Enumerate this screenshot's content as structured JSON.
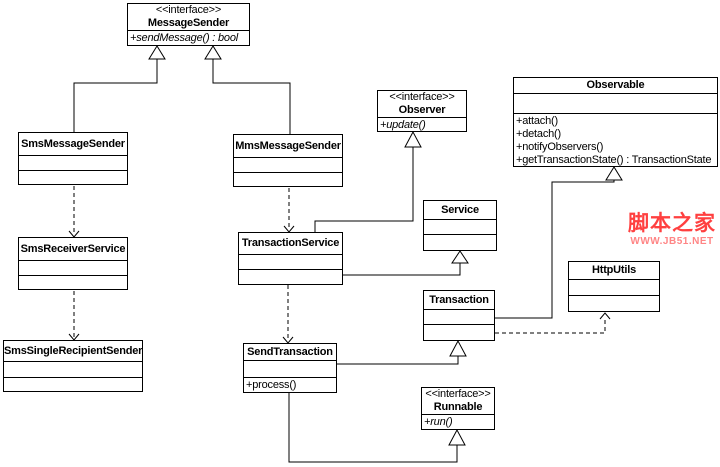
{
  "diagram": {
    "classes": {
      "message_sender": {
        "stereotype": "<<interface>>",
        "name": "MessageSender",
        "operations": [
          "+sendMessage() : bool"
        ]
      },
      "sms_message_sender": {
        "name": "SmsMessageSender"
      },
      "mms_message_sender": {
        "name": "MmsMessageSender"
      },
      "sms_receiver_service": {
        "name": "SmsReceiverService"
      },
      "sms_single_recipient_sender": {
        "name": "SmsSingleRecipientSender"
      },
      "observer": {
        "stereotype": "<<interface>>",
        "name": "Observer",
        "operations": [
          "+update()"
        ]
      },
      "transaction_service": {
        "name": "TransactionService"
      },
      "send_transaction": {
        "name": "SendTransaction",
        "operations": [
          "+process()"
        ]
      },
      "service": {
        "name": "Service"
      },
      "transaction": {
        "name": "Transaction"
      },
      "observable": {
        "name": "Observable",
        "operations": [
          "+attach()",
          "+detach()",
          "+notifyObservers()",
          "+getTransactionState() : TransactionState"
        ]
      },
      "http_utils": {
        "name": "HttpUtils"
      },
      "runnable": {
        "stereotype": "<<interface>>",
        "name": "Runnable",
        "operations": [
          "+run()"
        ]
      }
    },
    "watermark": {
      "title": "脚本之家",
      "url": "WWW.JB51.NET"
    },
    "colors": {
      "line": "#000000",
      "box_background": "#ffffff",
      "watermark_title_red": "#ff4040",
      "watermark_url_red": "#ff8585"
    }
  }
}
